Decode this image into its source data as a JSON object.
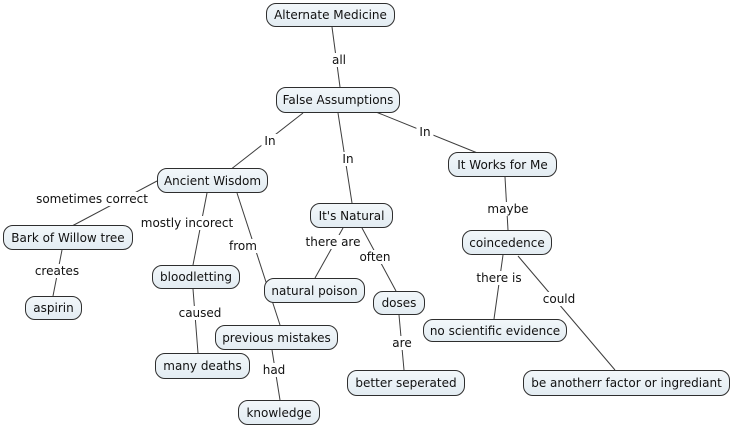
{
  "app": {
    "type": "concept-map",
    "title": "Alternate Medicine concept map"
  },
  "theme": {
    "background": "#ffffff",
    "node_fill": "#e9f0f5",
    "node_border": "#2e2e2e",
    "line_color": "#3d3d3d",
    "text_color": "#111111"
  },
  "nodes": [
    {
      "label": "Alternate Medicine"
    },
    {
      "label": "False Assumptions"
    },
    {
      "label": "Ancient Wisdom"
    },
    {
      "label": "It's Natural"
    },
    {
      "label": "It Works for Me"
    },
    {
      "label": "Bark of Willow tree"
    },
    {
      "label": "aspirin"
    },
    {
      "label": "bloodletting"
    },
    {
      "label": "natural poison"
    },
    {
      "label": "previous mistakes"
    },
    {
      "label": "many deaths"
    },
    {
      "label": "knowledge"
    },
    {
      "label": "doses"
    },
    {
      "label": "better seperated"
    },
    {
      "label": "coincedence"
    },
    {
      "label": "no scientific evidence"
    },
    {
      "label": "be anotherr factor or ingrediant"
    }
  ],
  "edges": [
    {
      "from": "Alternate Medicine",
      "label": "all",
      "to": "False Assumptions"
    },
    {
      "from": "False Assumptions",
      "label": "In",
      "to": "Ancient Wisdom"
    },
    {
      "from": "False Assumptions",
      "label": "In",
      "to": "It's Natural"
    },
    {
      "from": "False Assumptions",
      "label": "In",
      "to": "It Works for Me"
    },
    {
      "from": "Ancient Wisdom",
      "label": "sometimes correct",
      "to": "Bark of Willow tree"
    },
    {
      "from": "Ancient Wisdom",
      "label": "mostly incorect",
      "to": "bloodletting"
    },
    {
      "from": "Ancient Wisdom",
      "label": "from",
      "to": "previous mistakes"
    },
    {
      "from": "Bark of Willow tree",
      "label": "creates",
      "to": "aspirin"
    },
    {
      "from": "bloodletting",
      "label": "caused",
      "to": "many deaths"
    },
    {
      "from": "previous mistakes",
      "label": "had",
      "to": "knowledge"
    },
    {
      "from": "It's Natural",
      "label": "there are",
      "to": "natural poison"
    },
    {
      "from": "It's Natural",
      "label": "often",
      "to": "doses"
    },
    {
      "from": "doses",
      "label": "are",
      "to": "better seperated"
    },
    {
      "from": "It Works for Me",
      "label": "maybe",
      "to": "coincedence"
    },
    {
      "from": "coincedence",
      "label": "there is",
      "to": "no scientific evidence"
    },
    {
      "from": "coincedence",
      "label": "could",
      "to": "be anotherr factor or ingrediant"
    }
  ]
}
